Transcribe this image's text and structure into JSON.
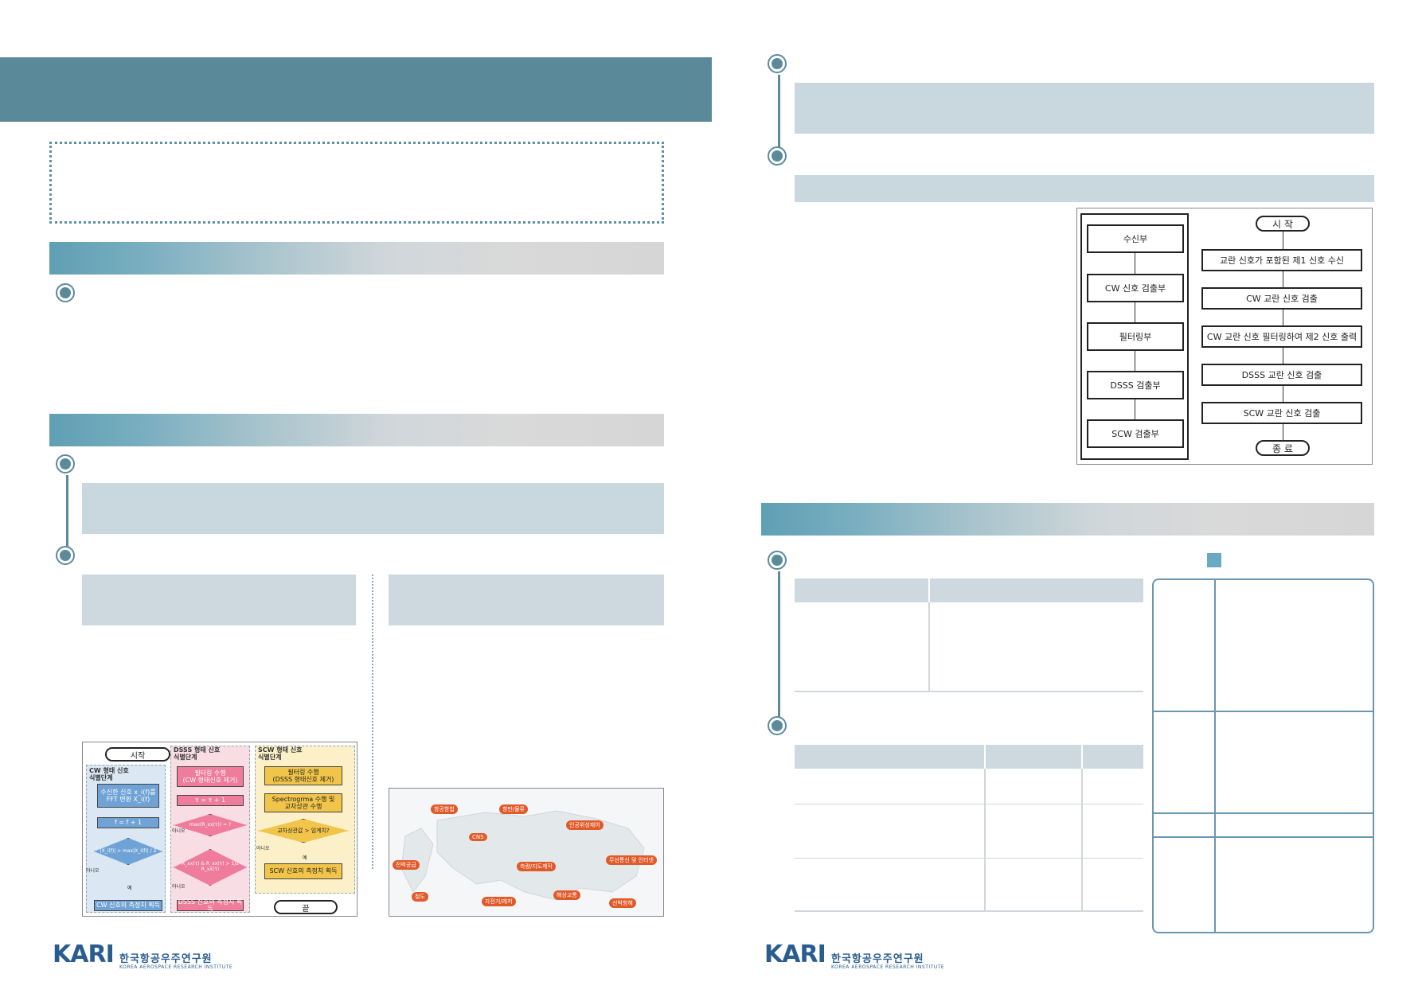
{
  "left_flowchart": {
    "start": "시작",
    "end": "끝",
    "lane1_title": "CW 형태 신호\n식별단계",
    "lane2_title": "DSSS 형태 신호\n식별단계",
    "lane3_title": "SCW 형태 신호\n식별단계",
    "cw_fft": "수신한 신호 x_i(f)를\nFFT 변환 X_i(f)",
    "cw_inc": "f = f + 1",
    "cw_cond": "|X_i(f)| > max|X_i(f)| / 2",
    "cw_result": "CW 신호의 측정치 획득",
    "dsss_filter": "필터링 수행\n(CW 형태신호 제거)",
    "dsss_inc": "τ = τ + 1",
    "dsss_cond1": "max(R_xx(τ)) = ?",
    "dsss_cond2": "R_xx(τ) & R_xx(τ) > 1/2 R_xx(τ)",
    "dsss_result": "DSSS 신호의 측정치 획득",
    "scw_filter": "필터링 수행\n(DSSS 형태신호 제거)",
    "scw_spec": "Spectrogrma 수행 및\n교차상관 수행",
    "scw_cond": "교차상관값 > 임계치?",
    "scw_result": "SCW 신호의 측정치 획득",
    "no1": "아니오",
    "no2": "아니오",
    "no3": "아니오",
    "no4": "아니오",
    "yes1": "예",
    "yes2": "예"
  },
  "app_map": {
    "labels": [
      "항공항법",
      "항만/물류",
      "인공위성제어",
      "CNS",
      "측량/지도제작",
      "무선통신 및 인터넷",
      "전력공급",
      "철도",
      "자전거/레저",
      "해상교통",
      "선박항해"
    ]
  },
  "right_diagram": {
    "blocks": [
      "수신부",
      "CW 신호 검출부",
      "필터링부",
      "DSSS 검출부",
      "SCW 검출부"
    ],
    "start": "시 작",
    "end": "종 료",
    "steps": [
      "교란 신호가 포함된 제1 신호 수신",
      "CW 교란 신호 검출",
      "CW 교란 신호 필터링하여 제2 신호 출력",
      "DSSS 교란 신호 검출",
      "SCW 교란 신호 검출"
    ]
  },
  "logo": {
    "word": "KARI",
    "korean": "한국항공우주연구원",
    "english": "KOREA AEROSPACE RESEARCH INSTITUTE"
  },
  "colors": {
    "banner": "#5a8a99",
    "accent": "#5b8a9b",
    "panel": "#c9d7de",
    "flow_blue": "#6fa3d6",
    "flow_pink": "#ee7c9a",
    "flow_yellow": "#f1c44a"
  }
}
